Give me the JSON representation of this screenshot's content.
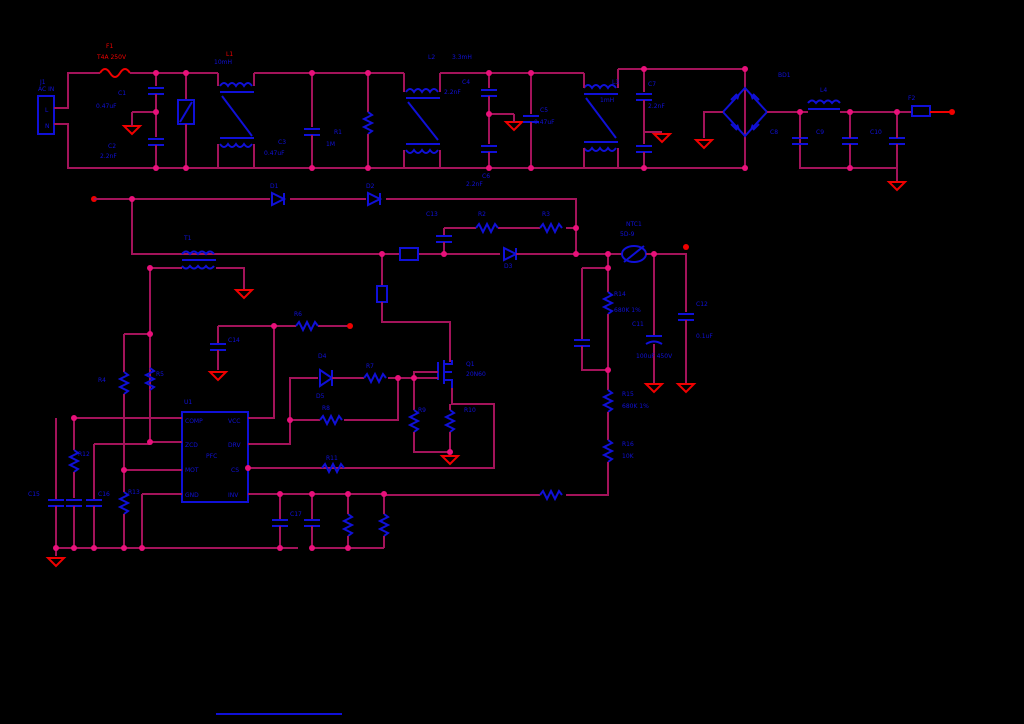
{
  "schematic": {
    "input_connector": {
      "ref": "J1",
      "pins": [
        "L",
        "N"
      ]
    },
    "fuse_main": {
      "ref": "F1",
      "value": "T4A 250V"
    },
    "filter_choke_1": {
      "ref": "L1",
      "value": "10mH"
    },
    "filter_choke_2": {
      "ref": "L2",
      "value": "3.3mH"
    },
    "bridge": {
      "ref": "BD1"
    },
    "output_choke": {
      "ref": "L3",
      "value": "1mH"
    },
    "output_fuse": {
      "ref": "F2"
    },
    "controller_ic": {
      "ref": "U1",
      "pins_left": [
        "COMP",
        "ZCD",
        "MOT",
        "GND"
      ],
      "pins_right": [
        "VCC",
        "DRV",
        "CS",
        "INV"
      ],
      "center_label": "PFC"
    },
    "mosfet": {
      "ref": "Q1",
      "value": "20N60"
    },
    "thermistor": {
      "ref": "NTC1",
      "value": "5D-9"
    },
    "resistor_chain": [
      {
        "ref": "R14",
        "value": "680K 1%"
      },
      {
        "ref": "R15",
        "value": "680K 1%"
      },
      {
        "ref": "R16",
        "value": "10K"
      }
    ],
    "bulk_cap": {
      "ref": "C11",
      "value": "100uF 450V"
    },
    "output_cap": {
      "ref": "C12",
      "value": "0.1uF"
    }
  },
  "labels": [
    {
      "text": "F1"
    },
    {
      "text": "T4A 250V"
    },
    {
      "text": "J1"
    },
    {
      "text": "AC IN"
    },
    {
      "text": "C1"
    },
    {
      "text": "0.47uF"
    },
    {
      "text": "C2"
    },
    {
      "text": "2.2nF"
    },
    {
      "text": "L1"
    },
    {
      "text": "10mH"
    },
    {
      "text": "C3"
    },
    {
      "text": "0.47uF"
    },
    {
      "text": "R1"
    },
    {
      "text": "1M"
    },
    {
      "text": "L2"
    },
    {
      "text": "3.3mH"
    },
    {
      "text": "C4"
    },
    {
      "text": "2.2nF"
    },
    {
      "text": "C5"
    },
    {
      "text": "0.47uF"
    },
    {
      "text": "C6"
    },
    {
      "text": "2.2nF"
    },
    {
      "text": "L3"
    },
    {
      "text": "1mH"
    },
    {
      "text": "C7"
    },
    {
      "text": "2.2nF"
    },
    {
      "text": "BD1"
    },
    {
      "text": "L4"
    },
    {
      "text": "C8"
    },
    {
      "text": "C9"
    },
    {
      "text": "C10"
    },
    {
      "text": "F2"
    },
    {
      "text": "D1"
    },
    {
      "text": "D2"
    },
    {
      "text": "C13"
    },
    {
      "text": "R2"
    },
    {
      "text": "R3"
    },
    {
      "text": "T1"
    },
    {
      "text": "D3"
    },
    {
      "text": "NTC1"
    },
    {
      "text": "R14"
    },
    {
      "text": "R15"
    },
    {
      "text": "R16"
    },
    {
      "text": "C11"
    },
    {
      "text": "C12"
    },
    {
      "text": "Q1"
    },
    {
      "text": "U1"
    },
    {
      "text": "R4"
    },
    {
      "text": "R5"
    },
    {
      "text": "R6"
    },
    {
      "text": "R7"
    },
    {
      "text": "R8"
    },
    {
      "text": "R9"
    },
    {
      "text": "R10"
    },
    {
      "text": "R11"
    },
    {
      "text": "R12"
    },
    {
      "text": "R13"
    },
    {
      "text": "C14"
    },
    {
      "text": "C15"
    },
    {
      "text": "C16"
    },
    {
      "text": "C17"
    },
    {
      "text": "D4"
    },
    {
      "text": "D5"
    }
  ]
}
